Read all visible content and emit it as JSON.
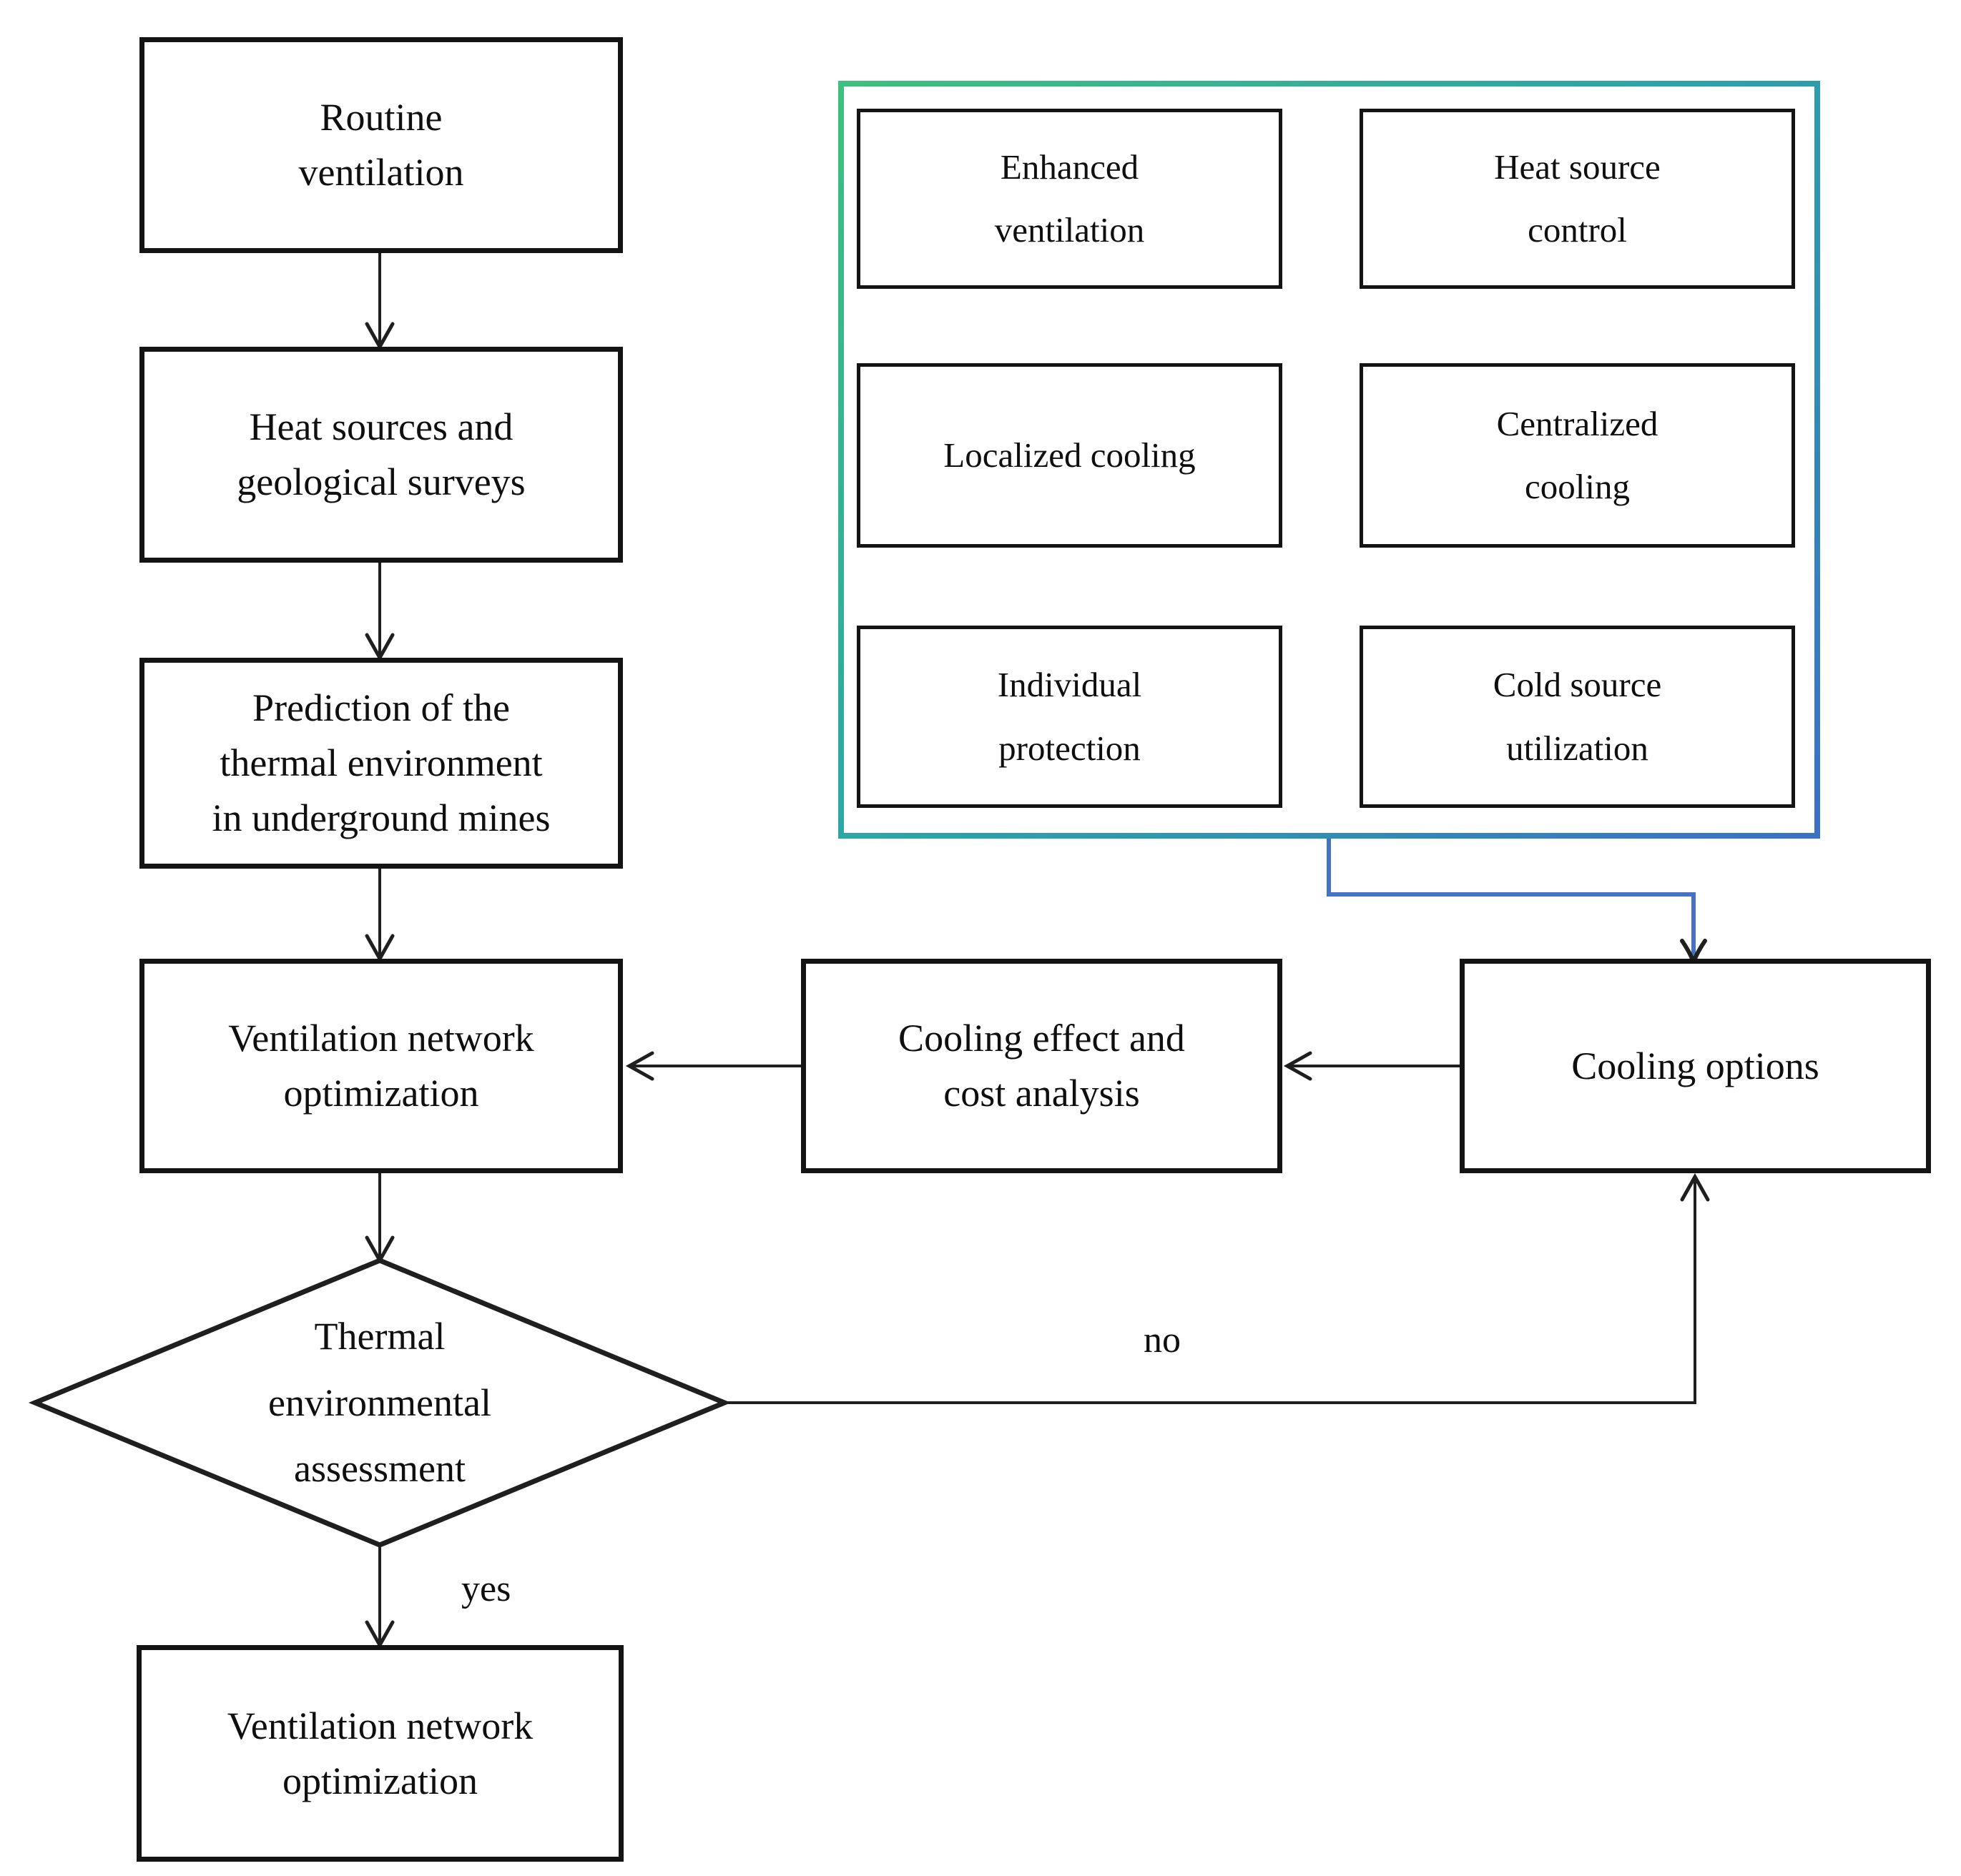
{
  "nodes": {
    "routine_ventilation": "Routine\nventilation",
    "heat_sources_surveys": "Heat sources and\ngeological surveys",
    "prediction_thermal": "Prediction of the\nthermal environment\nin underground mines",
    "ventilation_network_opt_1": "Ventilation network\noptimization",
    "thermal_assessment": "Thermal\nenvironmental\nassessment",
    "ventilation_network_opt_2": "Ventilation network\noptimization",
    "enhanced_ventilation": "Enhanced\nventilation",
    "heat_source_control": "Heat source\ncontrol",
    "localized_cooling": "Localized cooling",
    "centralized_cooling": "Centralized\ncooling",
    "individual_protection": "Individual\nprotection",
    "cold_source_utilization": "Cold source\nutilization",
    "cooling_effect_cost": "Cooling effect and\ncost analysis",
    "cooling_options": "Cooling options"
  },
  "edge_labels": {
    "no": "no",
    "yes": "yes"
  },
  "colors": {
    "line": "#1f1f1f",
    "blue-connector": "#4472c4",
    "text": "#0f0f0f",
    "background": "#ffffff",
    "box-border": "#141414",
    "gradient-green": "#3ec07e",
    "gradient-teal": "#2aa3ab",
    "gradient-blue": "#3a70c6"
  }
}
